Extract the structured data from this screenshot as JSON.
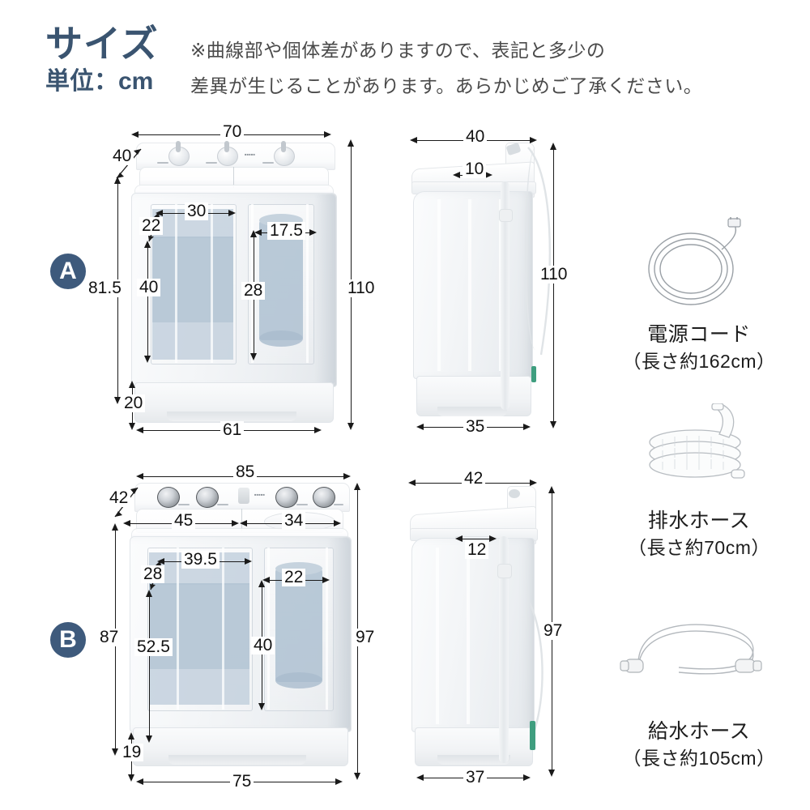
{
  "header": {
    "title_main": "サイズ",
    "title_sub": "単位：cm",
    "note_line1": "※曲線部や個体差がありますので、表記と多少の",
    "note_line2": "差異が生じることがあります。あらかじめご了承ください。",
    "title_color": "#3a5470"
  },
  "models": [
    {
      "badge": "A",
      "front": {
        "top_width": "70",
        "depth": "40",
        "wash_tub_width": "30",
        "wash_tub_top_gap": "22",
        "wash_tub_height": "40",
        "spin_tub_width": "17.5",
        "spin_tub_height": "28",
        "body_height": "81.5",
        "total_height": "110",
        "base_height": "20",
        "base_width": "61"
      },
      "side": {
        "top_depth": "40",
        "lid_width": "10",
        "total_height": "110",
        "base_depth": "35"
      }
    },
    {
      "badge": "B",
      "front": {
        "top_width": "85",
        "depth": "42",
        "wash_section_width": "45",
        "spin_section_width": "34",
        "wash_tub_width": "39.5",
        "wash_tub_top_gap": "28",
        "wash_tub_height": "52.5",
        "spin_tub_width": "22",
        "spin_tub_height": "40",
        "body_height": "87",
        "total_height": "97",
        "base_height": "19",
        "base_width": "75"
      },
      "side": {
        "top_depth": "42",
        "lid_width": "12",
        "total_height": "97",
        "base_depth": "37"
      }
    }
  ],
  "accessories": [
    {
      "icon": "power-cord-icon",
      "name": "電源コード",
      "length": "（長さ約162cm）"
    },
    {
      "icon": "drain-hose-icon",
      "name": "排水ホース",
      "length": "（長さ約70cm）"
    },
    {
      "icon": "water-supply-hose-icon",
      "name": "給水ホース",
      "length": "（長さ約105cm）"
    }
  ],
  "colors": {
    "badge_bg": "#3e5a7c",
    "water": "#b3c4d4",
    "dimension_line": "#1a1a1a"
  }
}
